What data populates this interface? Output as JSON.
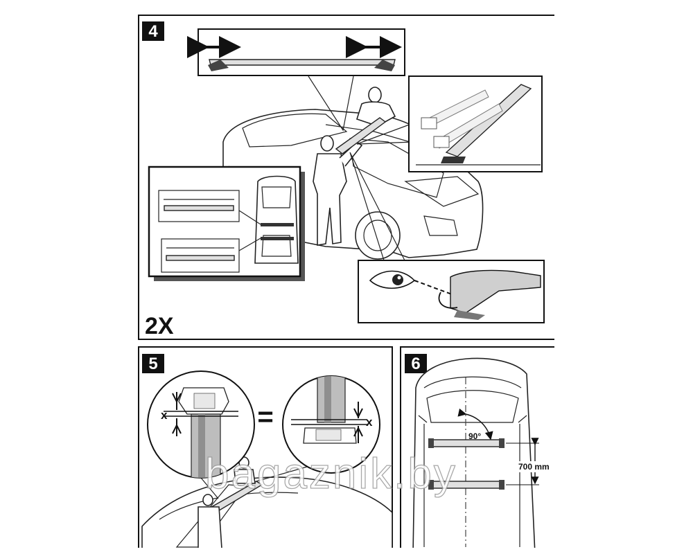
{
  "panels": {
    "step4": {
      "number": "4",
      "quantity": "2X"
    },
    "step5": {
      "number": "5",
      "equals": "=",
      "gap_label_left": "x",
      "gap_label_right": "x"
    },
    "step6": {
      "number": "6",
      "angle": "90°",
      "spacing": "700 mm"
    }
  },
  "watermark": "bagaznik.by"
}
